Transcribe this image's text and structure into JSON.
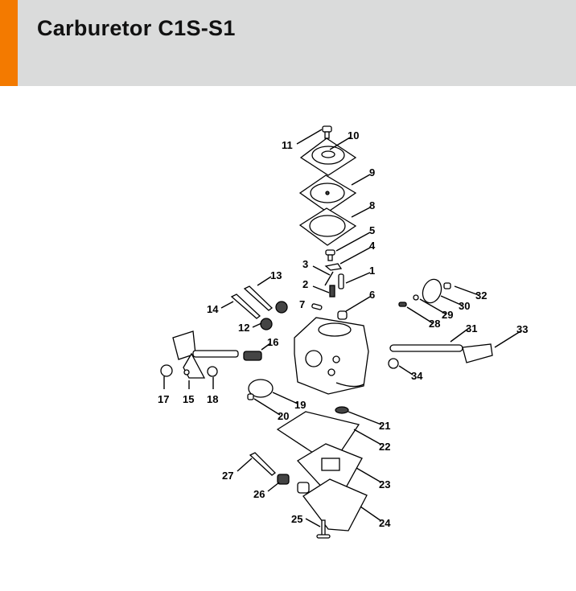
{
  "header": {
    "title": "Carburetor C1S-S1",
    "accent_color": "#f37a00",
    "background_color": "#dadbdb"
  },
  "diagram": {
    "callouts": {
      "c1": "1",
      "c2": "2",
      "c3": "3",
      "c4": "4",
      "c5": "5",
      "c6": "6",
      "c7": "7",
      "c8": "8",
      "c9": "9",
      "c10": "10",
      "c11": "11",
      "c12": "12",
      "c13": "13",
      "c14": "14",
      "c15": "15",
      "c16": "16",
      "c17": "17",
      "c18": "18",
      "c19": "19",
      "c20": "20",
      "c21": "21",
      "c22": "22",
      "c23": "23",
      "c24": "24",
      "c25": "25",
      "c26": "26",
      "c27": "27",
      "c28": "28",
      "c29": "29",
      "c30": "30",
      "c31": "31",
      "c32": "32",
      "c33": "33",
      "c34": "34"
    }
  }
}
